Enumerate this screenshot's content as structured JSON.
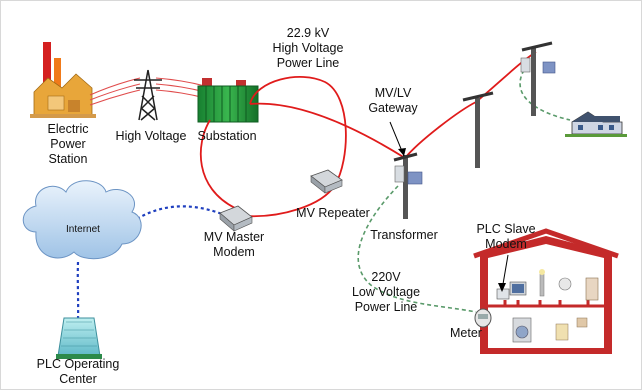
{
  "labels": {
    "power_station": [
      "Electric",
      "Power",
      "Station"
    ],
    "hv_line": [
      "22.9 kV",
      "High Voltage",
      "Power Line"
    ],
    "hv_tower": "High Voltage",
    "substation": "Substation",
    "gateway": [
      "MV/LV",
      "Gateway"
    ],
    "mv_repeater": "MV Repeater",
    "transformer": "Transformer",
    "mv_master_modem": [
      "MV Master",
      "Modem"
    ],
    "internet": "Internet",
    "lv_line": [
      "220V",
      "Low Voltage",
      "Power Line"
    ],
    "plc_slave_modem": [
      "PLC Slave",
      "Modem"
    ],
    "meter": "Meter",
    "plc_operating_center": [
      "PLC Operating",
      "Center"
    ]
  },
  "colors": {
    "mv_line": "#e01b1b",
    "lv_line": "#5a9a6a",
    "data_link": "#1f3fbf",
    "substation": "#1f8f3a",
    "house": "#c42a2a",
    "cloud": "#bcd6ee"
  }
}
